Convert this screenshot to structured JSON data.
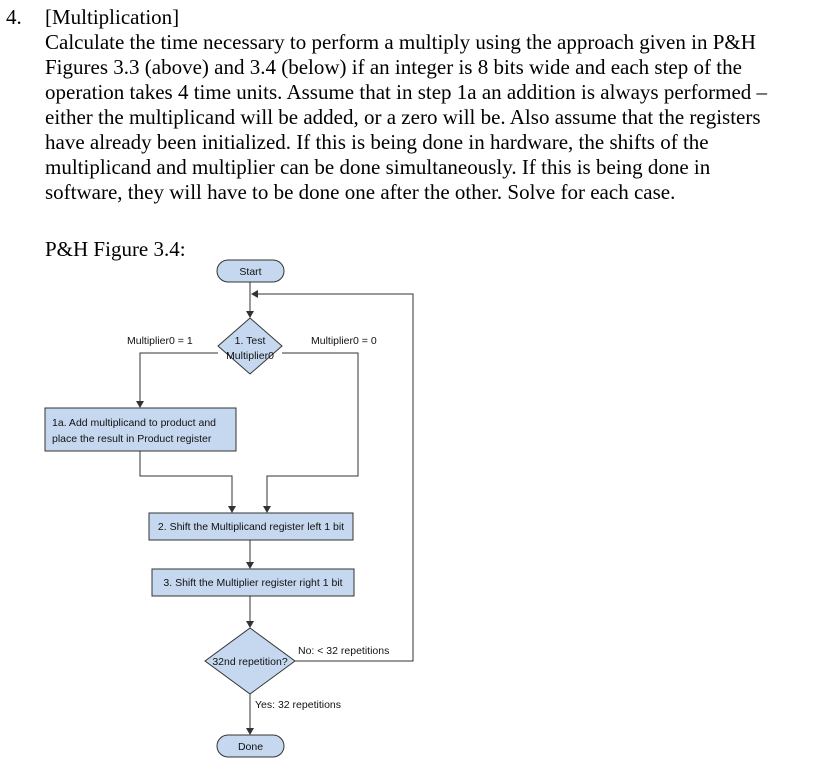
{
  "question": {
    "number": "4.",
    "title": "[Multiplication]",
    "lines": [
      "Calculate the time necessary to perform a multiply using the approach given in P&H",
      "Figures 3.3 (above) and 3.4 (below) if an integer is 8 bits wide and each step of the",
      "operation takes 4 time units. Assume that in step 1a an addition is always performed –",
      "either the multiplicand will be added, or a zero will be. Also assume that the registers",
      "have already been initialized. If this is being done in hardware, the shifts of the",
      "multiplicand and multiplier can be done simultaneously. If this is being done in",
      "software, they will have to be done one after the other. Solve for each case."
    ]
  },
  "figure": {
    "caption": "P&H Figure 3.4:",
    "start": "Start",
    "test_line1": "1. Test",
    "test_line2": "Multiplier0",
    "label_left": "Multiplier0 = 1",
    "label_right": "Multiplier0 = 0",
    "step1a_line1": "1a. Add multiplicand to product and",
    "step1a_line2": "place the result in Product register",
    "step2": "2. Shift the Multiplicand register left 1 bit",
    "step3": "3. Shift the Multiplier register right 1 bit",
    "decision": "32nd repetition?",
    "label_no": "No: < 32 repetitions",
    "label_yes": "Yes: 32 repetitions",
    "done": "Done"
  }
}
